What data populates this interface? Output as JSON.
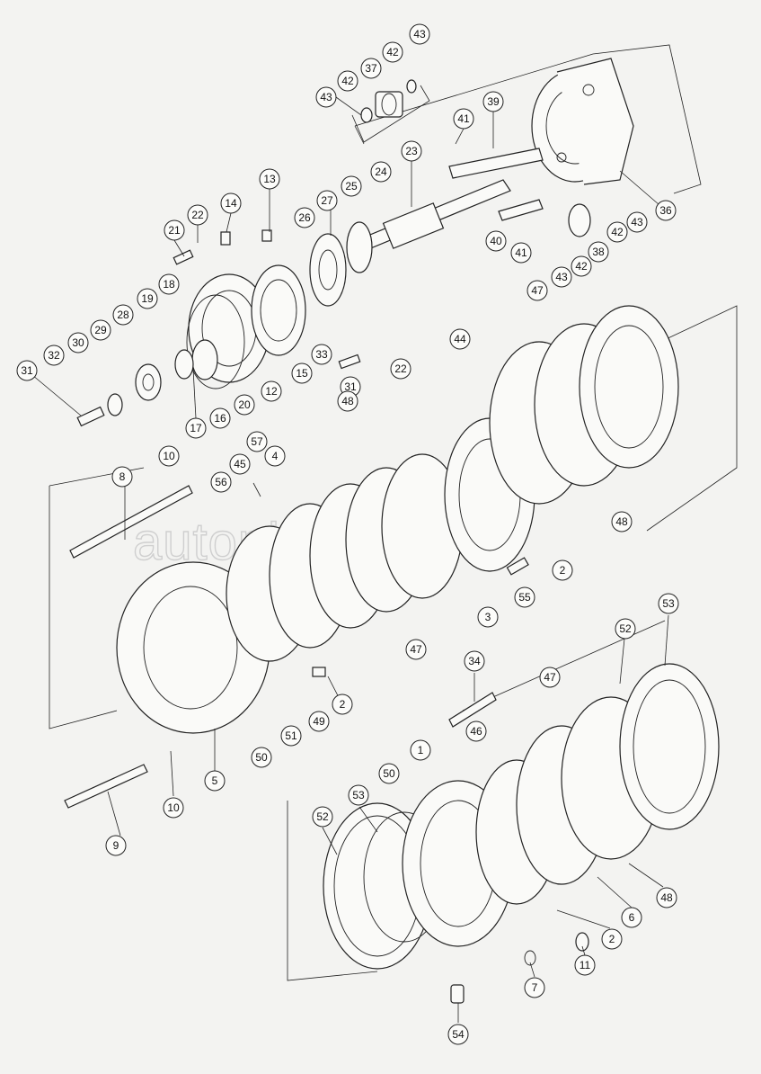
{
  "watermark": "autopiter.ru",
  "callouts": [
    {
      "id": "c43a",
      "label": "43"
    },
    {
      "id": "c42a",
      "label": "42"
    },
    {
      "id": "c37",
      "label": "37"
    },
    {
      "id": "c42b",
      "label": "42"
    },
    {
      "id": "c43b",
      "label": "43"
    },
    {
      "id": "c39",
      "label": "39"
    },
    {
      "id": "c41a",
      "label": "41"
    },
    {
      "id": "c23",
      "label": "23"
    },
    {
      "id": "c36",
      "label": "36"
    },
    {
      "id": "c13",
      "label": "13"
    },
    {
      "id": "c14",
      "label": "14"
    },
    {
      "id": "c22a",
      "label": "22"
    },
    {
      "id": "c21",
      "label": "21"
    },
    {
      "id": "c27",
      "label": "27"
    },
    {
      "id": "c25",
      "label": "25"
    },
    {
      "id": "c24",
      "label": "24"
    },
    {
      "id": "c26",
      "label": "26"
    },
    {
      "id": "c40",
      "label": "40"
    },
    {
      "id": "c41b",
      "label": "41"
    },
    {
      "id": "c42c",
      "label": "42"
    },
    {
      "id": "c43c",
      "label": "43"
    },
    {
      "id": "c38",
      "label": "38"
    },
    {
      "id": "c42d",
      "label": "42"
    },
    {
      "id": "c43d",
      "label": "43"
    },
    {
      "id": "c18",
      "label": "18"
    },
    {
      "id": "c19",
      "label": "19"
    },
    {
      "id": "c28",
      "label": "28"
    },
    {
      "id": "c29",
      "label": "29"
    },
    {
      "id": "c30",
      "label": "30"
    },
    {
      "id": "c32",
      "label": "32"
    },
    {
      "id": "c31a",
      "label": "31"
    },
    {
      "id": "c17",
      "label": "17"
    },
    {
      "id": "c16",
      "label": "16"
    },
    {
      "id": "c20",
      "label": "20"
    },
    {
      "id": "c12",
      "label": "12"
    },
    {
      "id": "c15",
      "label": "15"
    },
    {
      "id": "c33",
      "label": "33"
    },
    {
      "id": "c31b",
      "label": "31"
    },
    {
      "id": "c22b",
      "label": "22"
    },
    {
      "id": "c47a",
      "label": "47"
    },
    {
      "id": "c44",
      "label": "44"
    },
    {
      "id": "c48a",
      "label": "48"
    },
    {
      "id": "c10a",
      "label": "10"
    },
    {
      "id": "c57",
      "label": "57"
    },
    {
      "id": "c4",
      "label": "4"
    },
    {
      "id": "c45",
      "label": "45"
    },
    {
      "id": "c8",
      "label": "8"
    },
    {
      "id": "c56",
      "label": "56"
    },
    {
      "id": "c48b",
      "label": "48"
    },
    {
      "id": "c2a",
      "label": "2"
    },
    {
      "id": "c55",
      "label": "55"
    },
    {
      "id": "c3",
      "label": "3"
    },
    {
      "id": "c47b",
      "label": "47"
    },
    {
      "id": "c2b",
      "label": "2"
    },
    {
      "id": "c49",
      "label": "49"
    },
    {
      "id": "c51",
      "label": "51"
    },
    {
      "id": "c50a",
      "label": "50"
    },
    {
      "id": "c5",
      "label": "5"
    },
    {
      "id": "c10b",
      "label": "10"
    },
    {
      "id": "c9",
      "label": "9"
    },
    {
      "id": "c34",
      "label": "34"
    },
    {
      "id": "c52a",
      "label": "52"
    },
    {
      "id": "c53a",
      "label": "53"
    },
    {
      "id": "c47c",
      "label": "47"
    },
    {
      "id": "c1",
      "label": "1"
    },
    {
      "id": "c46",
      "label": "46"
    },
    {
      "id": "c50b",
      "label": "50"
    },
    {
      "id": "c53b",
      "label": "53"
    },
    {
      "id": "c52b",
      "label": "52"
    },
    {
      "id": "c6",
      "label": "6"
    },
    {
      "id": "c2c",
      "label": "2"
    },
    {
      "id": "c48c",
      "label": "48"
    },
    {
      "id": "c11",
      "label": "11"
    },
    {
      "id": "c7",
      "label": "7"
    },
    {
      "id": "c54",
      "label": "54"
    }
  ]
}
